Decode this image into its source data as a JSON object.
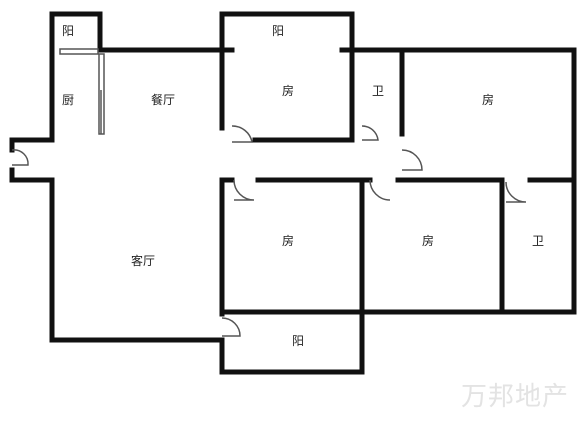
{
  "colors": {
    "wall": "#111111",
    "door": "#555555",
    "background": "#ffffff",
    "watermark": "#e3e3e3"
  },
  "rooms": {
    "balcony_kitchen": "阳",
    "kitchen": "厨",
    "dining": "餐厅",
    "balcony_top": "阳",
    "bedroom_top": "房",
    "bath_top": "卫",
    "bedroom_right": "房",
    "living": "客厅",
    "bedroom_mid": "房",
    "bedroom_mid_right": "房",
    "bath_right": "卫",
    "balcony_bottom": "阳"
  },
  "watermark": "万邦地产"
}
